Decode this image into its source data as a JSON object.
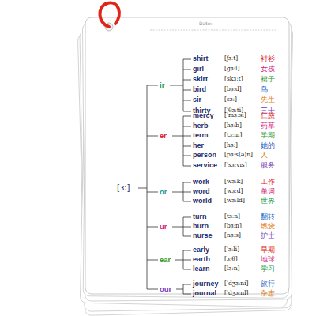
{
  "diagram": {
    "labels": [
      "Date:",
      "[ɜː]",
      "ir",
      "shirt",
      "[ʃɜːt]",
      "衬衫",
      "girl",
      "[ɡɜːl]",
      "女孩",
      "skirt",
      "[skɜːt]",
      "裙子",
      "bird",
      "[bɜːd]",
      "鸟",
      "sir",
      "[sɜː]",
      "先生",
      "thirty",
      "[ˈθɜːti]",
      "三十",
      "er",
      "mercy",
      "[ˈmɜːsi]",
      "仁慈",
      "herb",
      "[hɜːb]",
      "药草",
      "term",
      "[tɜːm]",
      "学期",
      "her",
      "[hɜː]",
      "她的",
      "person",
      "[pɜːs(ə)n]",
      "人",
      "service",
      "[ˈsɜːvɪs]",
      "服务",
      "or",
      "work",
      "[wɜːk]",
      "工作",
      "word",
      "[wɜːd]",
      "单词",
      "world",
      "[wɜːld]",
      "世界",
      "ur",
      "turn",
      "[tɜːn]",
      "翻转",
      "burn",
      "[bɜːn]",
      "燃烧",
      "nurse",
      "[nɜːs]",
      "护士",
      "ear",
      "early",
      "[ˈɜːli]",
      "早期",
      "earth",
      "[ɜːθ]",
      "地球",
      "learn",
      "[lɜːn]",
      "学习",
      "our",
      "journey",
      "[ˈdʒɜːni]",
      "旅行",
      "journal",
      "[ˈdʒɜːnl]",
      "杂志"
    ]
  }
}
